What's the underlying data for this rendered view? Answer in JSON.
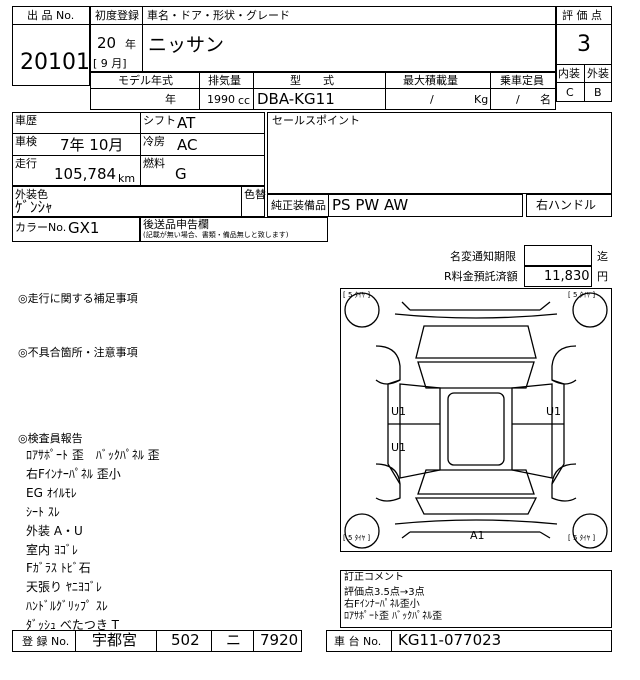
{
  "header": {
    "lot_label": "出 品 No.",
    "lot_no": "20101",
    "first_reg_label": "初度登録",
    "car_name_label": "車名・ドア・形状・グレード",
    "year": "20",
    "year_unit": "年",
    "month_bracket": "[ 9 月]",
    "car_name": "ニッサン",
    "score_label": "評 価 点",
    "score": "3",
    "interior_label": "内装",
    "exterior_label": "外装",
    "interior": "C",
    "exterior": "B"
  },
  "specs": {
    "model_year_label": "モデル年式",
    "displacement_label": "排気量",
    "type_label": "型　　式",
    "max_load_label": "最大積載量",
    "capacity_label": "乗車定員",
    "model_year_unit": "年",
    "displacement": "1990",
    "displacement_unit": "cc",
    "type": "DBA-KG11",
    "max_load": "/",
    "max_load_unit": "Kg",
    "capacity": "/",
    "capacity_unit": "名"
  },
  "details": {
    "history_label": "車歴",
    "shift_label": "シフト",
    "shift": "AT",
    "inspection_label": "車検",
    "inspection": "7年 10月",
    "ac_label": "冷房",
    "ac": "AC",
    "mileage_label": "走行",
    "mileage": "105,784",
    "mileage_unit": "km",
    "fuel_label": "燃料",
    "fuel": "G",
    "ext_color_label": "外装色",
    "ext_color": "ｹﾞﾝｼｬ",
    "color_change_label": "色替",
    "color_no_label": "カラーNo.",
    "color_no": "GX1",
    "sales_points_label": "セールスポイント",
    "equipment_label": "純正装備品",
    "equipment": "PS PW AW",
    "handle": "右ハンドル",
    "post_docs_label": "後送品申告欄",
    "post_docs_note": "(記載が無い場合、書類・備品無しと致します)"
  },
  "fees": {
    "name_change_label": "名変通知期限",
    "name_change_unit": "迄",
    "recycle_label": "R料金預託済額",
    "recycle": "11,830",
    "recycle_unit": "円"
  },
  "notes": {
    "driving_label": "◎走行に関する補足事項",
    "defects_label": "◎不具合箇所・注意事項",
    "inspector_label": "◎検査員報告",
    "inspector_items": [
      "ﾛｱｻﾎﾟｰﾄ 歪　ﾊﾞｯｸﾊﾟﾈﾙ 歪",
      "右Fｲﾝﾅｰﾊﾟﾈﾙ 歪小",
      "EG ｵｲﾙﾓﾚ",
      "ｼｰﾄ ｽﾚ",
      "外装 A・U",
      "室内 ﾖｺﾞﾚ",
      "Fｶﾞﾗｽ ﾄﾋﾞ石",
      "天張り ﾔﾆﾖｺﾞﾚ",
      "ﾊﾝﾄﾞﾙｸﾞﾘｯﾌﾟ ｽﾚ",
      "ﾀﾞｯｼｭ べたつき T"
    ]
  },
  "diagram": {
    "tag_tl": "[ 5 ﾀｲﾔ ]",
    "tag_tr": "[ 5 ﾀｲﾔ ]",
    "tag_bl": "[ 5 ﾀｲﾔ ]",
    "tag_br": "[ 5 ﾀｲﾔ ]",
    "mark_left_door_front": "U1",
    "mark_right_door": "U1",
    "mark_left_door_rear": "U1",
    "mark_rear_bumper": "A1"
  },
  "correction": {
    "label": "訂正コメント",
    "lines": [
      "評価点3.5点→3点",
      "右Fｲﾝﾅｰﾊﾟﾈﾙ歪小",
      "ﾛｱｻﾎﾟｰﾄ歪 ﾊﾞｯｸﾊﾟﾈﾙ歪"
    ]
  },
  "footer": {
    "reg_no_label": "登 録 No.",
    "reg_place": "宇都宮",
    "reg_class": "502",
    "reg_kana": "ニ",
    "reg_number": "7920",
    "chassis_label": "車 台 No.",
    "chassis": "KG11-077023"
  }
}
